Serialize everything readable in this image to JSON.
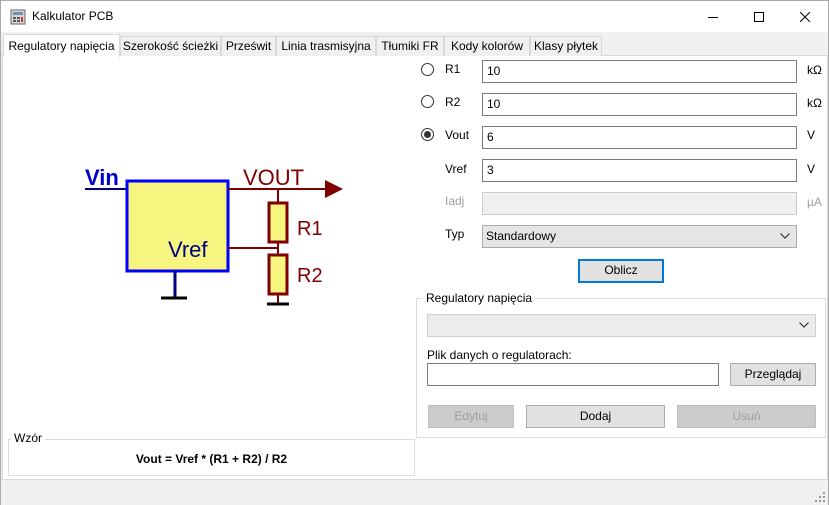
{
  "window": {
    "title": "Kalkulator PCB",
    "icon": "calculator-app-icon",
    "controls": [
      "minimize-icon",
      "maximize-icon",
      "close-icon"
    ]
  },
  "tabs": [
    {
      "label": "Regulatory napięcia",
      "active": true
    },
    {
      "label": "Szerokość ścieżki",
      "active": false
    },
    {
      "label": "Prześwit",
      "active": false
    },
    {
      "label": "Linia trasmisyjna",
      "active": false
    },
    {
      "label": "Tłumiki FR",
      "active": false
    },
    {
      "label": "Kody kolorów",
      "active": false
    },
    {
      "label": "Klasy płytek",
      "active": false
    }
  ],
  "schematic": {
    "vin": "Vin",
    "vout": "VOUT",
    "vref": "Vref",
    "r1": "R1",
    "r2": "R2",
    "colors": {
      "wire": "#800000",
      "regulator_fill": "#f5f580",
      "regulator_border": "#0000ff",
      "ground": "#000080"
    }
  },
  "params": {
    "r1": {
      "label": "R1",
      "value": "10",
      "unit": "kΩ",
      "selected": false
    },
    "r2": {
      "label": "R2",
      "value": "10",
      "unit": "kΩ",
      "selected": false
    },
    "vout": {
      "label": "Vout",
      "value": "6",
      "unit": "V",
      "selected": true
    },
    "vref": {
      "label": "Vref",
      "value": "3",
      "unit": "V"
    },
    "iadj": {
      "label": "Iadj",
      "value": "",
      "unit": "µA",
      "disabled": true
    },
    "typ": {
      "label": "Typ",
      "value": "Standardowy"
    },
    "calc_button": "Oblicz"
  },
  "regulators_group": {
    "title": "Regulatory napięcia",
    "dropdown_value": "",
    "data_file_label": "Plik danych o regulatorach:",
    "data_file_value": "",
    "browse_button": "Przeglądaj",
    "edit_button": "Edytuj",
    "add_button": "Dodaj",
    "remove_button": "Usuń"
  },
  "formula": {
    "title": "Wzór",
    "text": "Vout = Vref * (R1 + R2) / R2"
  }
}
